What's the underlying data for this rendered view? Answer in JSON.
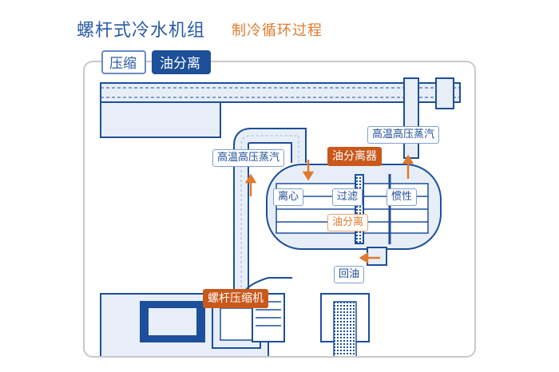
{
  "header": {
    "title": "螺杆式冷水机组",
    "subtitle": "制冷循环过程"
  },
  "tabs": [
    {
      "label": "压缩",
      "active": false
    },
    {
      "label": "油分离",
      "active": true
    }
  ],
  "diagram": {
    "labels": {
      "steam_right": "高温高压蒸汽",
      "steam_left": "高温高压蒸汽",
      "oil_separator": "油分离器",
      "centrifugal": "离心",
      "filter": "过滤",
      "inertia": "惯性",
      "oil_separation": "油分离",
      "oil_return": "回油",
      "screw_compressor": "螺杆压缩机"
    }
  },
  "colors": {
    "primary_blue": "#1d4f9a",
    "accent_orange": "#e07a2c",
    "dark_orange": "#c9581b",
    "pipe_fill": "#e8eef8"
  }
}
